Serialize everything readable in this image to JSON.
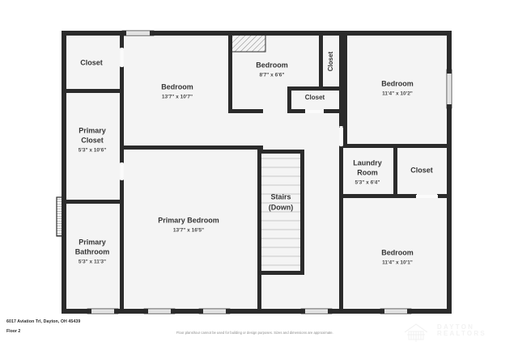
{
  "document": {
    "type": "floor-plan",
    "address": "6017 Aviation Trl, Dayton, OH 45439",
    "floor_label": "Floor 2",
    "disclaimer": "Floor plans/tour cannot be used for building or design purposes. Sizes and dimensions are approximate.",
    "brand": {
      "line1": "DAYTON",
      "line2": "REALTORS",
      "logo_icon": "house-logo-icon"
    },
    "background_color": "#ffffff",
    "wall_color": "#2b2b2b",
    "room_fill_color": "#f4f4f4",
    "text_color": "#353535"
  },
  "rooms": [
    {
      "id": "closet-top-left",
      "name": "Closet",
      "dim": ""
    },
    {
      "id": "bedroom-upper-left",
      "name": "Bedroom",
      "dim": "13'7\" x 10'7\""
    },
    {
      "id": "bedroom-top-middle",
      "name": "Bedroom",
      "dim": "8'7\" x 6'6\""
    },
    {
      "id": "closet-vertical",
      "name": "Closet",
      "dim": ""
    },
    {
      "id": "closet-middle",
      "name": "Closet",
      "dim": ""
    },
    {
      "id": "bedroom-top-right",
      "name": "Bedroom",
      "dim": "11'4\" x 10'2\""
    },
    {
      "id": "primary-closet",
      "name": "Primary Closet",
      "dim": "5'3\" x 10'6\""
    },
    {
      "id": "primary-bathroom",
      "name": "Primary Bathroom",
      "dim": "5'3\" x 11'3\""
    },
    {
      "id": "primary-bedroom",
      "name": "Primary Bedroom",
      "dim": "13'7\" x 16'5\""
    },
    {
      "id": "stairs",
      "name": "Stairs (Down)",
      "dim": ""
    },
    {
      "id": "laundry-room",
      "name": "Laundry Room",
      "dim": "5'3\" x 6'4\""
    },
    {
      "id": "closet-right",
      "name": "Closet",
      "dim": ""
    },
    {
      "id": "bedroom-bottom-right",
      "name": "Bedroom",
      "dim": "11'4\" x 10'1\""
    }
  ],
  "labels": {
    "closet_top_left": "Closet",
    "bedroom_upper_left_name": "Bedroom",
    "bedroom_upper_left_dim": "13'7\" x 10'7\"",
    "bedroom_top_middle_name": "Bedroom",
    "bedroom_top_middle_dim": "8'7\" x 6'6\"",
    "closet_vertical": "Closet",
    "closet_middle": "Closet",
    "bedroom_top_right_name": "Bedroom",
    "bedroom_top_right_dim": "11'4\" x 10'2\"",
    "primary_closet_line1": "Primary",
    "primary_closet_line2": "Closet",
    "primary_closet_dim": "5'3\" x 10'6\"",
    "primary_bathroom_line1": "Primary",
    "primary_bathroom_line2": "Bathroom",
    "primary_bathroom_dim": "5'3\" x 11'3\"",
    "primary_bedroom_name": "Primary Bedroom",
    "primary_bedroom_dim": "13'7\" x 16'5\"",
    "stairs_line1": "Stairs",
    "stairs_line2": "(Down)",
    "laundry_line1": "Laundry",
    "laundry_line2": "Room",
    "laundry_dim": "5'3\" x 6'4\"",
    "closet_right": "Closet",
    "bedroom_bottom_right_name": "Bedroom",
    "bedroom_bottom_right_dim": "11'4\" x 10'1\""
  }
}
